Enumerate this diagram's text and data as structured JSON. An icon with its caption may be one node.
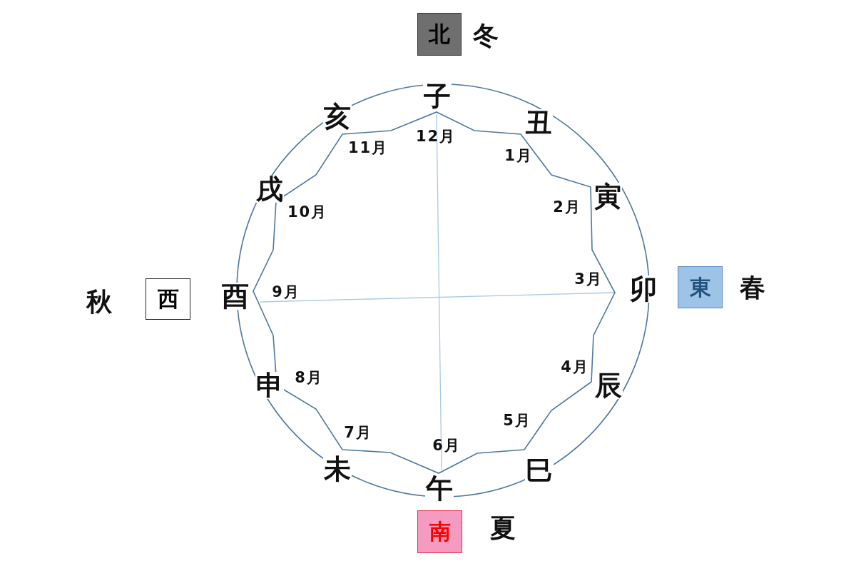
{
  "diagram": {
    "nodes": [
      {
        "text": [
          "北"
        ],
        "beside": [
          "冬"
        ]
      },
      {
        "text": [
          "西"
        ],
        "beside": [
          "秋"
        ]
      },
      {
        "text": [
          "東"
        ],
        "beside": [
          "春"
        ]
      },
      {
        "text": [
          "南"
        ],
        "beside": [
          "夏"
        ]
      }
    ],
    "labels": [
      "子",
      "12月",
      "丑",
      "1月",
      "寅",
      "2月",
      "卯",
      "3月",
      "辰",
      "4月",
      "巳",
      "5月",
      "午",
      "6月",
      "未",
      "7月",
      "申",
      "8月",
      "酉",
      "9月",
      "戌",
      "10月",
      "亥",
      "11月"
    ]
  }
}
